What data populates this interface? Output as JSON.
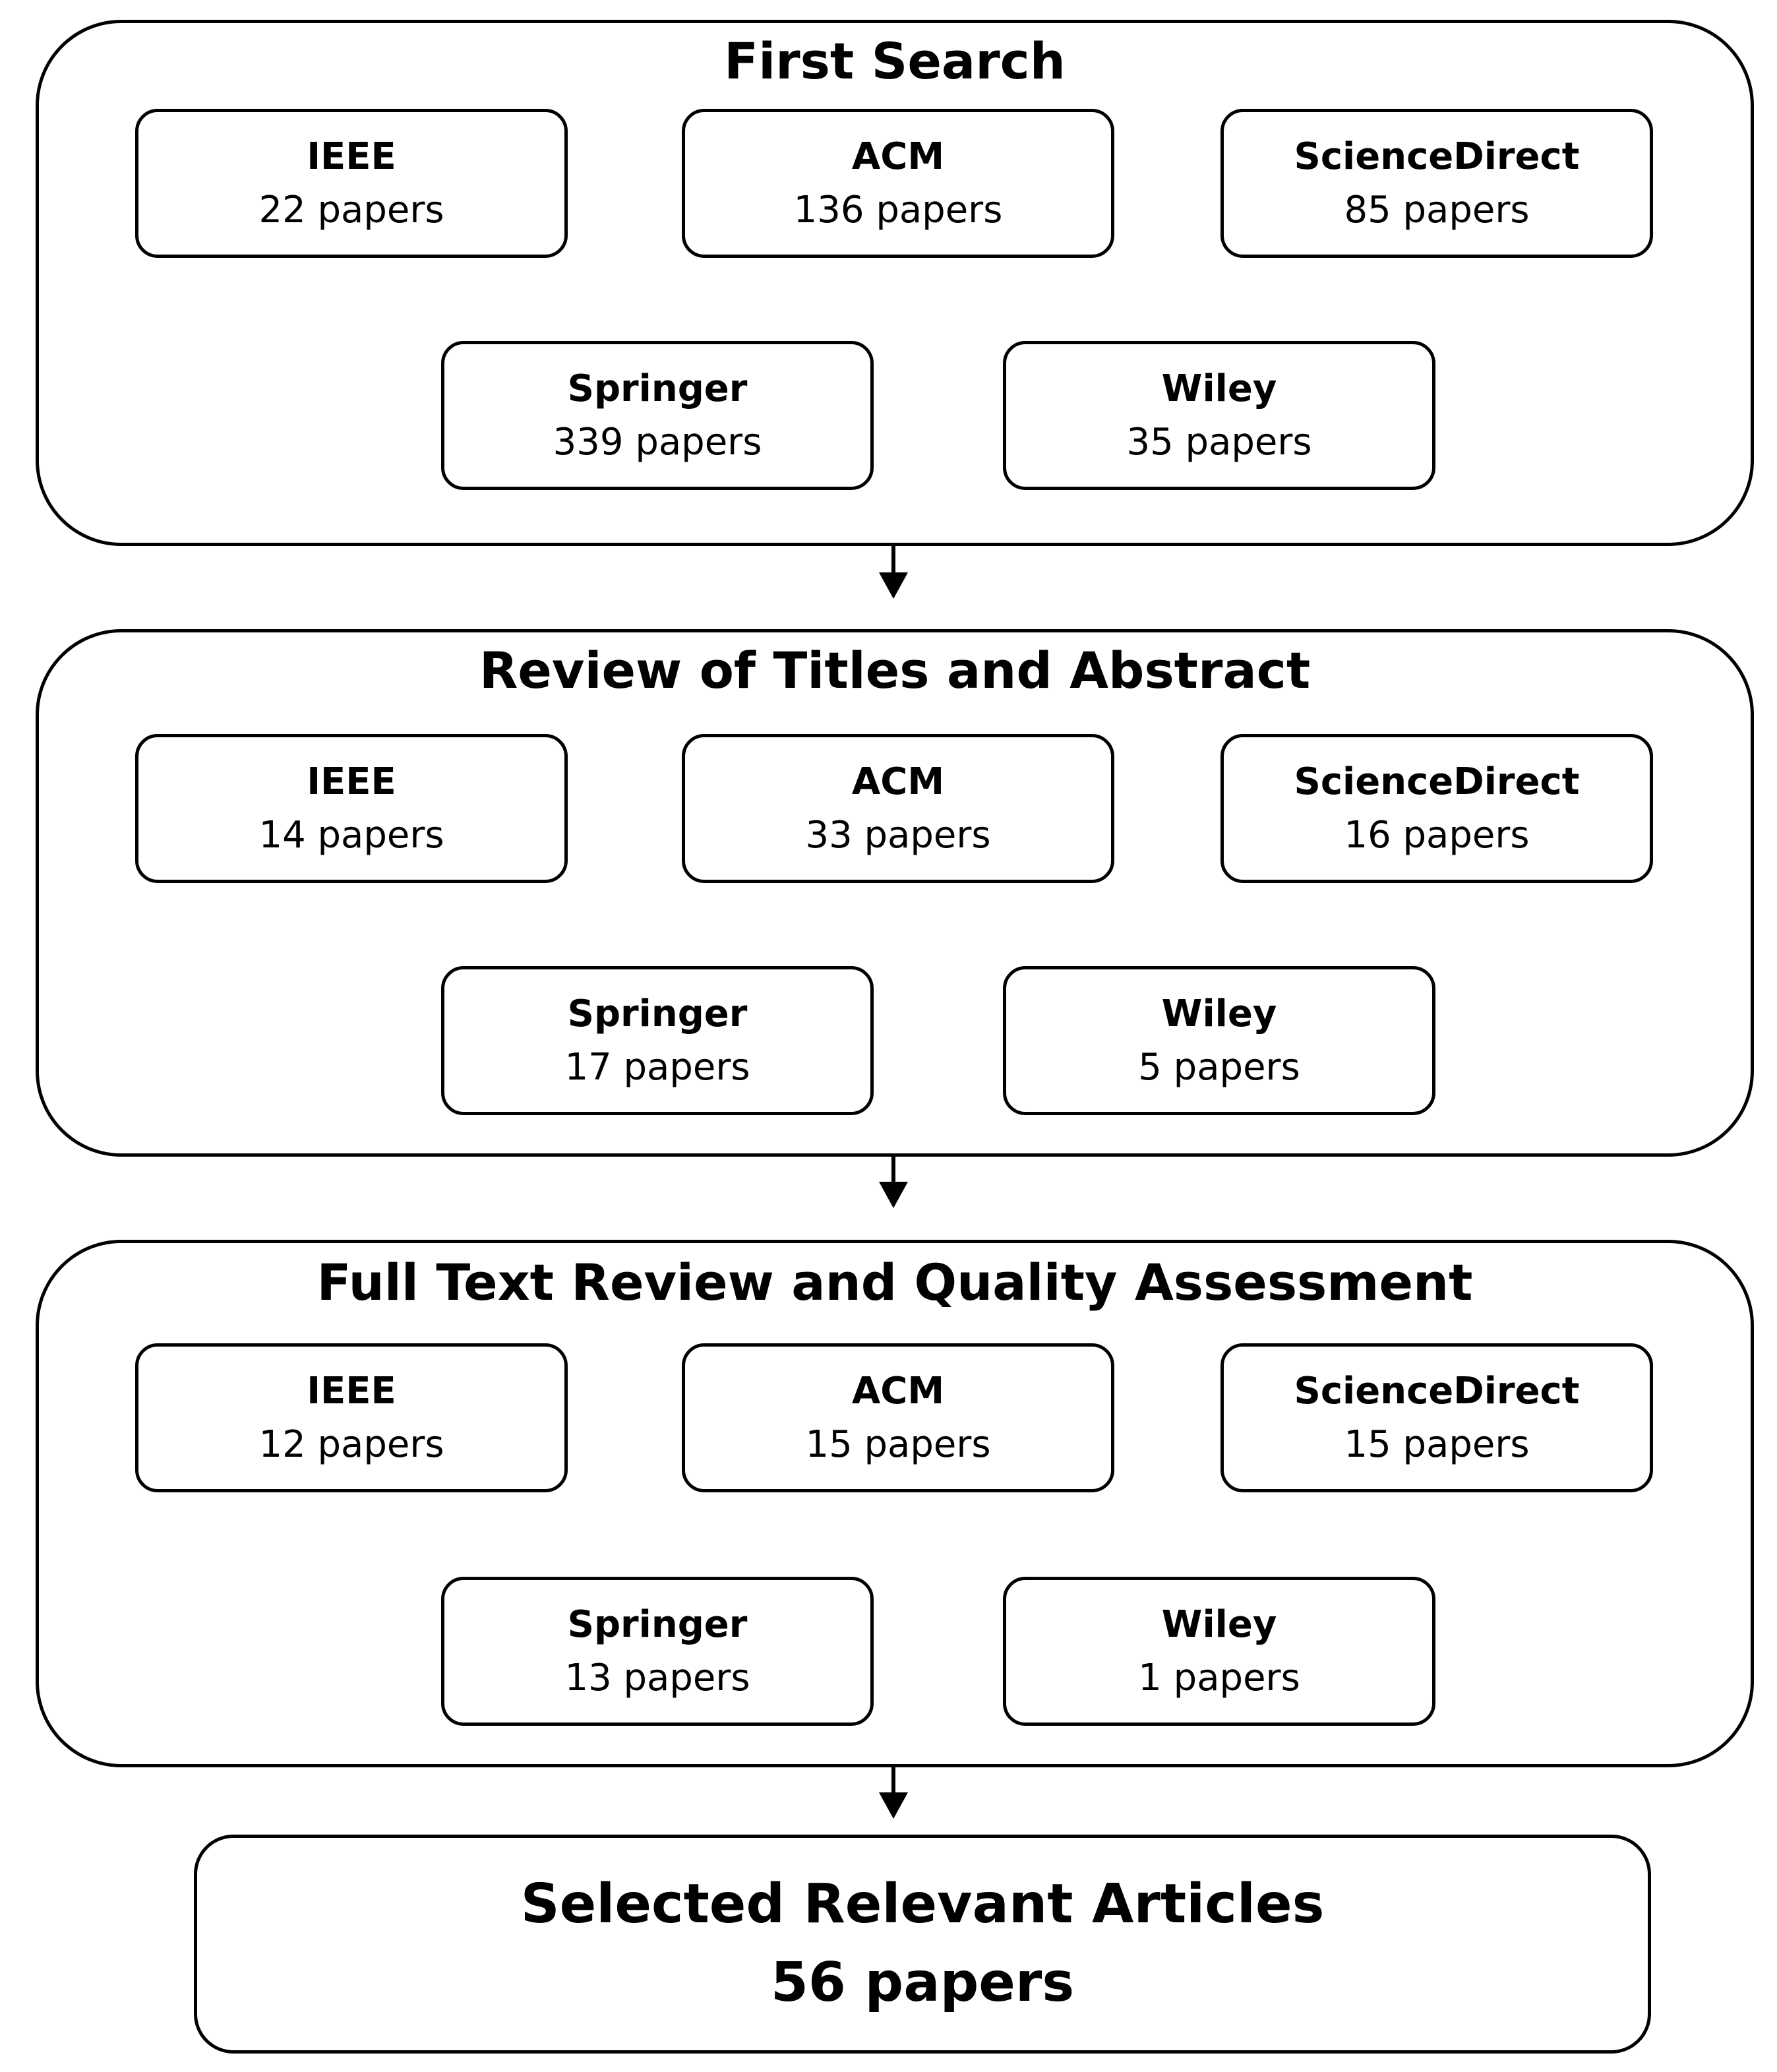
{
  "stages": [
    {
      "title": "First Search",
      "sources": [
        {
          "name": "IEEE",
          "count": "22 papers"
        },
        {
          "name": "ACM",
          "count": "136 papers"
        },
        {
          "name": "ScienceDirect",
          "count": "85 papers"
        },
        {
          "name": "Springer",
          "count": "339 papers"
        },
        {
          "name": "Wiley",
          "count": "35 papers"
        }
      ]
    },
    {
      "title": "Review of Titles and Abstract",
      "sources": [
        {
          "name": "IEEE",
          "count": "14 papers"
        },
        {
          "name": "ACM",
          "count": "33 papers"
        },
        {
          "name": "ScienceDirect",
          "count": "16 papers"
        },
        {
          "name": "Springer",
          "count": "17 papers"
        },
        {
          "name": "Wiley",
          "count": "5 papers"
        }
      ]
    },
    {
      "title": "Full Text Review and Quality Assessment",
      "sources": [
        {
          "name": "IEEE",
          "count": "12 papers"
        },
        {
          "name": "ACM",
          "count": "15 papers"
        },
        {
          "name": "ScienceDirect",
          "count": "15 papers"
        },
        {
          "name": "Springer",
          "count": "13 papers"
        },
        {
          "name": "Wiley",
          "count": "1 papers"
        }
      ]
    }
  ],
  "final": {
    "title": "Selected Relevant Articles",
    "count": "56 papers"
  }
}
